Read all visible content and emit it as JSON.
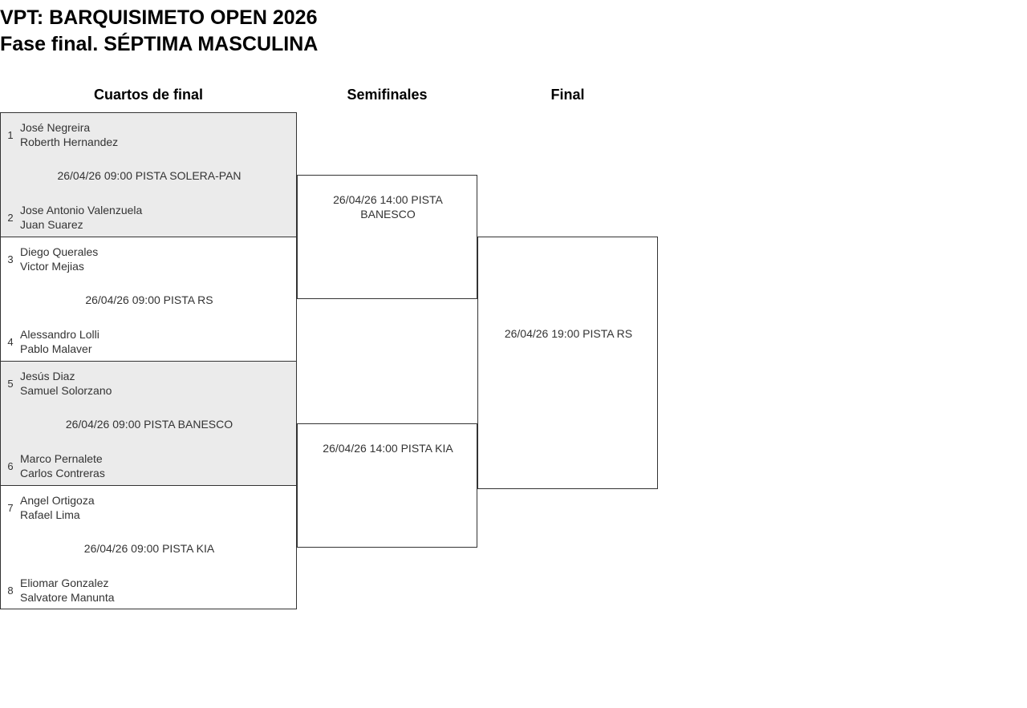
{
  "title": {
    "line1": "VPT: BARQUISIMETO OPEN 2026",
    "line2": "Fase final. SÉPTIMA MASCULINA"
  },
  "rounds": {
    "quarterfinals_label": "Cuartos de final",
    "semifinals_label": "Semifinales",
    "final_label": "Final"
  },
  "quarterfinals": [
    {
      "top": {
        "seed": "1",
        "player1": "José Negreira",
        "player2": "Roberth Hernandez"
      },
      "bottom": {
        "seed": "2",
        "player1": "Jose Antonio Valenzuela",
        "player2": "Juan Suarez"
      },
      "schedule": "26/04/26 09:00 PISTA SOLERA-PAN"
    },
    {
      "top": {
        "seed": "3",
        "player1": "Diego Querales",
        "player2": "Victor Mejias"
      },
      "bottom": {
        "seed": "4",
        "player1": "Alessandro Lolli",
        "player2": "Pablo Malaver"
      },
      "schedule": "26/04/26 09:00 PISTA RS"
    },
    {
      "top": {
        "seed": "5",
        "player1": "Jesús Diaz",
        "player2": "Samuel Solorzano"
      },
      "bottom": {
        "seed": "6",
        "player1": "Marco Pernalete",
        "player2": "Carlos Contreras"
      },
      "schedule": "26/04/26 09:00 PISTA BANESCO"
    },
    {
      "top": {
        "seed": "7",
        "player1": "Angel Ortigoza",
        "player2": "Rafael Lima"
      },
      "bottom": {
        "seed": "8",
        "player1": "Eliomar Gonzalez",
        "player2": "Salvatore Manunta"
      },
      "schedule": "26/04/26 09:00 PISTA KIA"
    }
  ],
  "semifinals": [
    {
      "schedule": "26/04/26 14:00 PISTA BANESCO"
    },
    {
      "schedule": "26/04/26 14:00 PISTA KIA"
    }
  ],
  "final": {
    "schedule": "26/04/26 19:00 PISTA RS"
  },
  "colors": {
    "line": "#333333",
    "shaded_row": "#ebebeb",
    "text": "#333333",
    "heading": "#000000",
    "background": "#ffffff"
  }
}
